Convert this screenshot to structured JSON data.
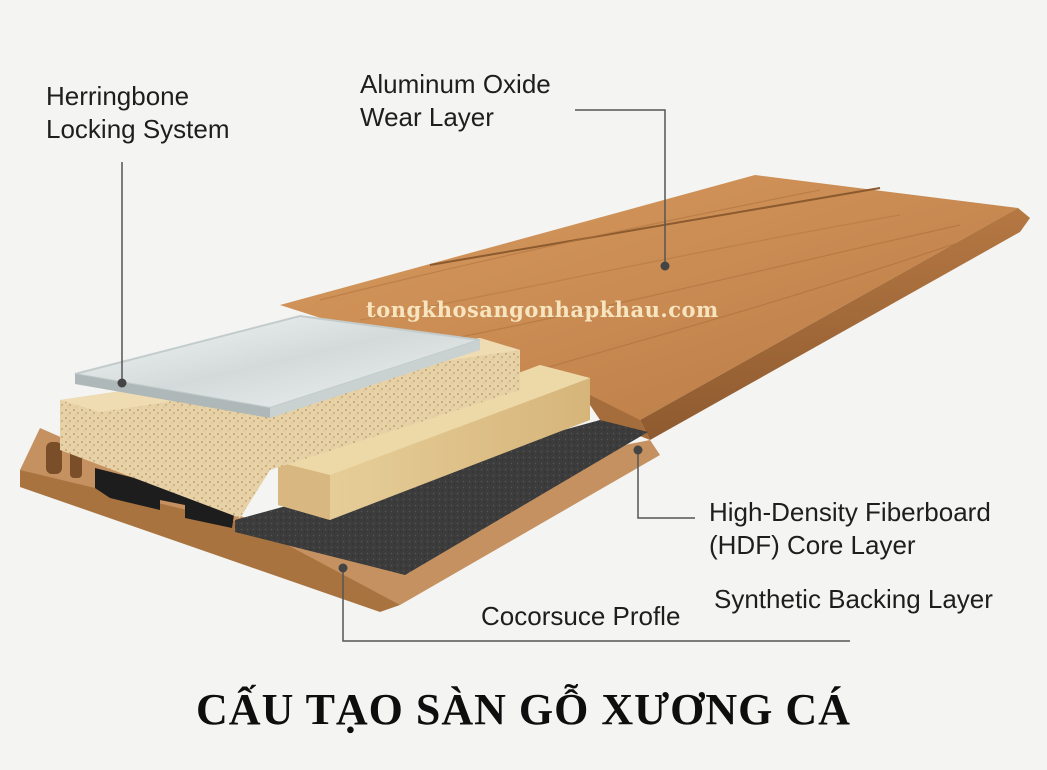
{
  "labels": {
    "herringbone": {
      "line1": "Herringbone",
      "line2": "Locking System"
    },
    "oxide": {
      "line1": "Aluminum Oxide",
      "line2": "Wear Layer"
    },
    "hdf": {
      "line1": "High-Density Fiberboard",
      "line2": "(HDF) Core Layer"
    },
    "backing": "Synthetic Backing Layer",
    "profile": "Cocorsuce Profle"
  },
  "watermark": "tongkhosangonhapkhau.com",
  "title": "CẤU TẠO SÀN GỖ XƯƠNG CÁ",
  "colors": {
    "wood": "#c58a52",
    "wood_dark": "#9c6233",
    "core": "#dcc597",
    "glass": "#dfe6e6",
    "backing": "#3b3b3b",
    "leader": "#555555"
  }
}
